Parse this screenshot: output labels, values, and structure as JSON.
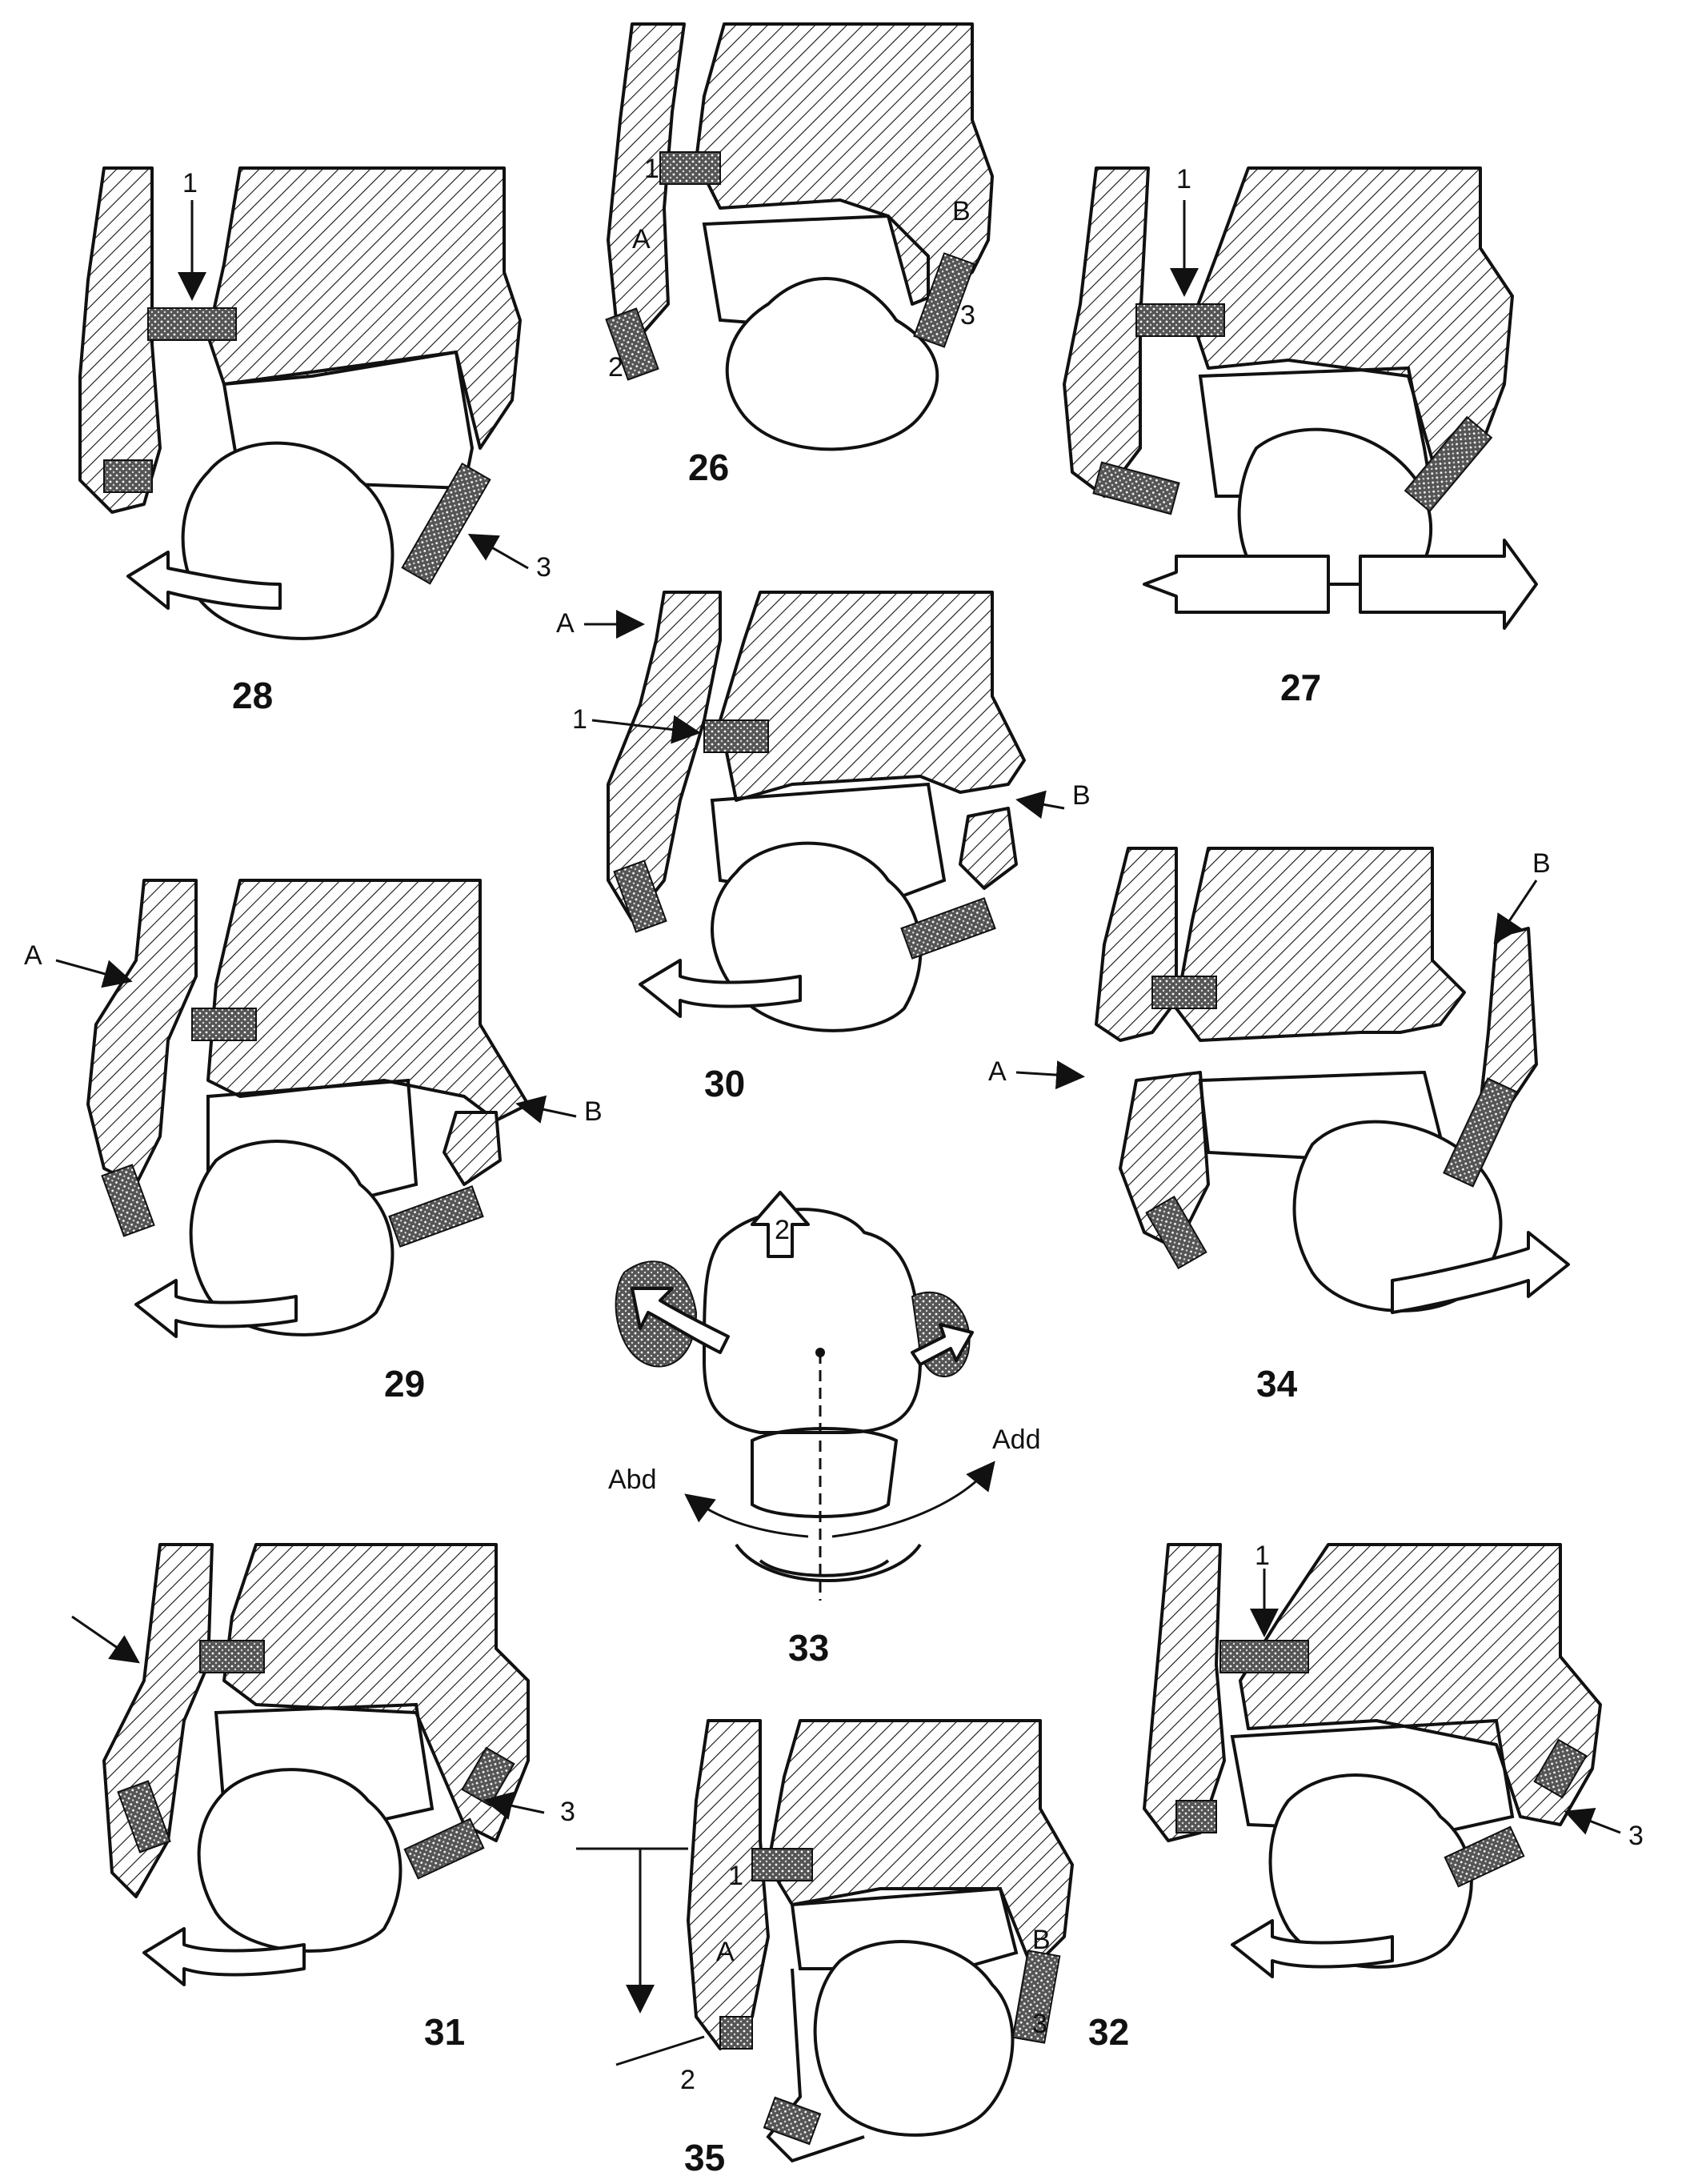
{
  "figures": [
    {
      "id": "26",
      "number": "26",
      "labels": [
        "1",
        "A",
        "B",
        "2",
        "3"
      ]
    },
    {
      "id": "27",
      "number": "27",
      "labels": [
        "1"
      ]
    },
    {
      "id": "28",
      "number": "28",
      "labels": [
        "1",
        "3"
      ]
    },
    {
      "id": "29",
      "number": "29",
      "labels": [
        "A",
        "B"
      ]
    },
    {
      "id": "30",
      "number": "30",
      "labels": [
        "A",
        "1",
        "B"
      ]
    },
    {
      "id": "31",
      "number": "31",
      "labels": [
        "3"
      ]
    },
    {
      "id": "32",
      "number": "32",
      "labels": [
        "1",
        "3"
      ]
    },
    {
      "id": "33",
      "number": "33",
      "labels": [
        "2",
        "Abd",
        "Add"
      ]
    },
    {
      "id": "34",
      "number": "34",
      "labels": [
        "B",
        "A"
      ]
    },
    {
      "id": "35",
      "number": "35",
      "labels": [
        "1",
        "A",
        "B",
        "2",
        "3"
      ]
    }
  ],
  "colors": {
    "ink": "#111111",
    "paper": "#ffffff"
  }
}
